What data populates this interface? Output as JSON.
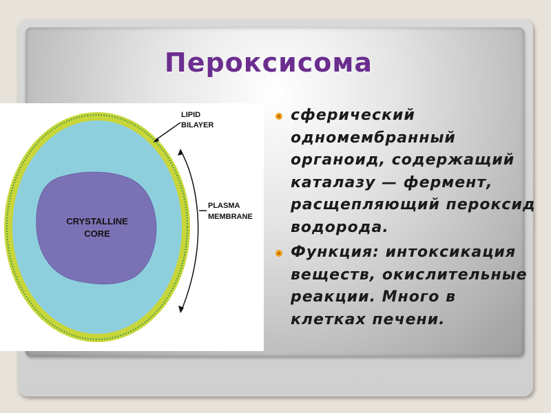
{
  "slide": {
    "title": "Пероксисома",
    "bullets": [
      "сферический одномембранный органоид, содержащий каталазу — фермент, расщепляющий пероксид водорода.",
      "Функция: интоксикация веществ, окислительные реакции. Много в клетках печени."
    ]
  },
  "diagram": {
    "labels": {
      "lipid_bilayer_1": "LIPID",
      "lipid_bilayer_2": "BILAYER",
      "plasma_membrane_1": "PLASMA",
      "plasma_membrane_2": "MEMBRANE",
      "core_1": "CRYSTALLINE",
      "core_2": "CORE"
    },
    "colors": {
      "cytoplasm": "#8ecfde",
      "core": "#7b72b6",
      "membrane_outer": "#c8d63a",
      "membrane_inner": "#2e8a4a"
    }
  },
  "theme": {
    "title_color": "#6b2e8f",
    "bullet_color": "#f0a020"
  }
}
